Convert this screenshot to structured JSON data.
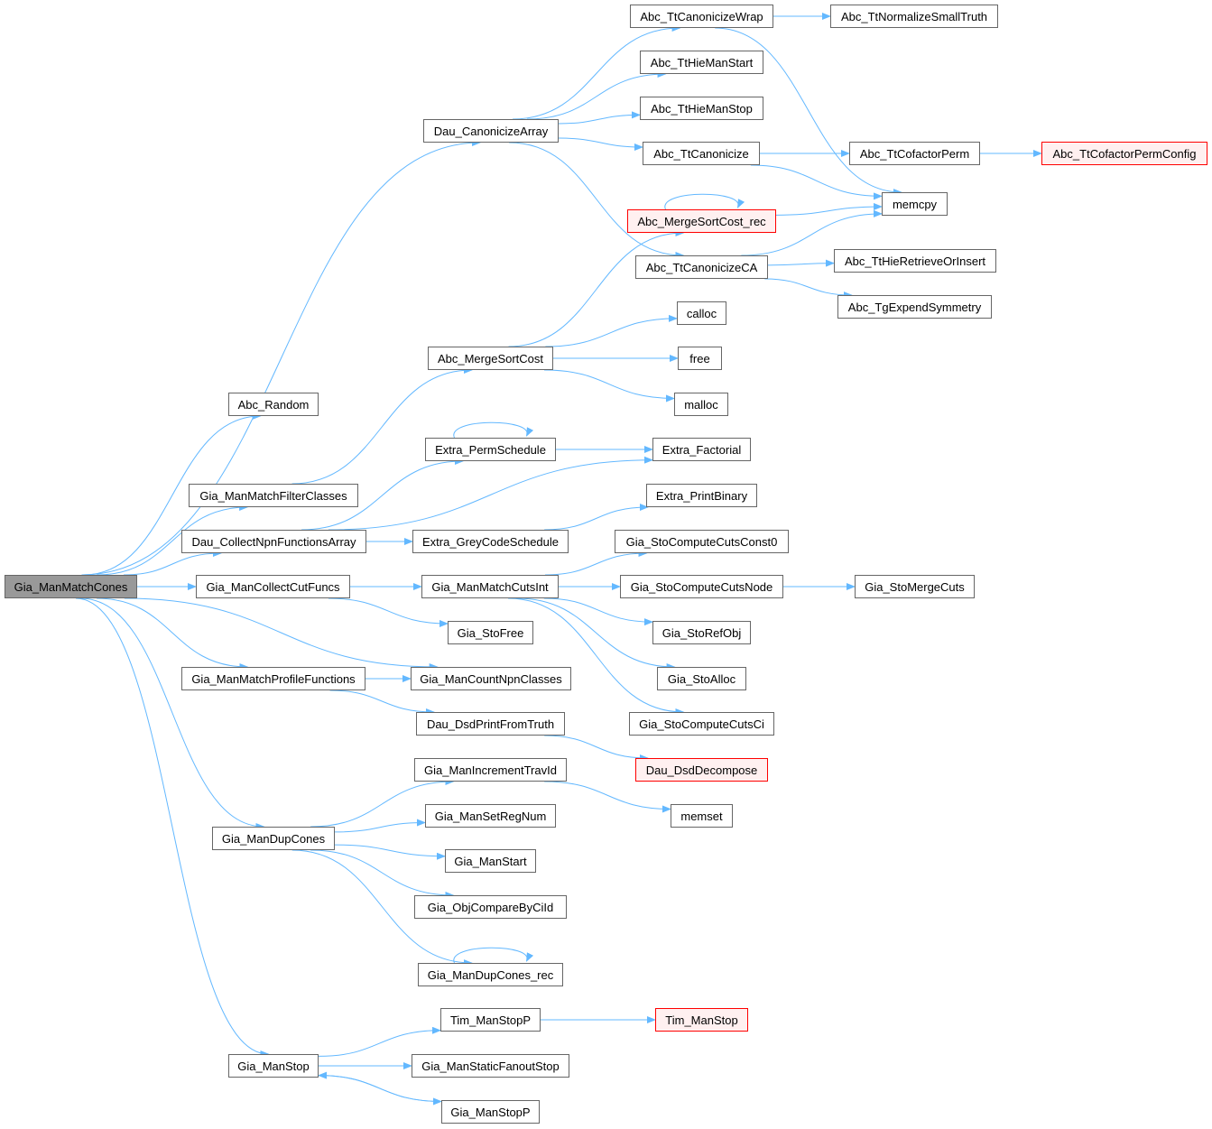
{
  "colors": {
    "edge": "#63b8ff",
    "node_border": "#666666",
    "root_fill": "#999999",
    "truncated_border": "#ff0000",
    "truncated_fill": "#fff0f0"
  },
  "nodes": [
    {
      "id": "Gia_ManMatchCones",
      "label": "Gia_ManMatchCones",
      "kind": "root"
    },
    {
      "id": "Abc_Random",
      "label": "Abc_Random"
    },
    {
      "id": "Gia_ManMatchFilterClasses",
      "label": "Gia_ManMatchFilterClasses"
    },
    {
      "id": "Dau_CollectNpnFunctionsArray",
      "label": "Dau_CollectNpnFunctionsArray"
    },
    {
      "id": "Gia_ManCollectCutFuncs",
      "label": "Gia_ManCollectCutFuncs"
    },
    {
      "id": "Gia_ManMatchProfileFunctions",
      "label": "Gia_ManMatchProfileFunctions"
    },
    {
      "id": "Gia_ManDupCones",
      "label": "Gia_ManDupCones"
    },
    {
      "id": "Gia_ManStop",
      "label": "Gia_ManStop"
    },
    {
      "id": "Dau_CanonicizeArray",
      "label": "Dau_CanonicizeArray"
    },
    {
      "id": "Abc_MergeSortCost",
      "label": "Abc_MergeSortCost"
    },
    {
      "id": "Extra_PermSchedule",
      "label": "Extra_PermSchedule"
    },
    {
      "id": "Extra_GreyCodeSchedule",
      "label": "Extra_GreyCodeSchedule"
    },
    {
      "id": "Gia_ManMatchCutsInt",
      "label": "Gia_ManMatchCutsInt"
    },
    {
      "id": "Gia_StoFree",
      "label": "Gia_StoFree"
    },
    {
      "id": "Gia_ManCountNpnClasses",
      "label": "Gia_ManCountNpnClasses"
    },
    {
      "id": "Dau_DsdPrintFromTruth",
      "label": "Dau_DsdPrintFromTruth"
    },
    {
      "id": "Gia_ManIncrementTravId",
      "label": "Gia_ManIncrementTravId"
    },
    {
      "id": "Gia_ManSetRegNum",
      "label": "Gia_ManSetRegNum"
    },
    {
      "id": "Gia_ManStart",
      "label": "Gia_ManStart"
    },
    {
      "id": "Gia_ObjCompareByCiId",
      "label": "Gia_ObjCompareByCiId"
    },
    {
      "id": "Gia_ManDupCones_rec",
      "label": "Gia_ManDupCones_rec"
    },
    {
      "id": "Tim_ManStopP",
      "label": "Tim_ManStopP"
    },
    {
      "id": "Gia_ManStaticFanoutStop",
      "label": "Gia_ManStaticFanoutStop"
    },
    {
      "id": "Gia_ManStopP",
      "label": "Gia_ManStopP"
    },
    {
      "id": "Abc_TtCanonicizeWrap",
      "label": "Abc_TtCanonicizeWrap"
    },
    {
      "id": "Abc_TtHieManStart",
      "label": "Abc_TtHieManStart"
    },
    {
      "id": "Abc_TtHieManStop",
      "label": "Abc_TtHieManStop"
    },
    {
      "id": "Abc_TtCanonicize",
      "label": "Abc_TtCanonicize"
    },
    {
      "id": "Abc_MergeSortCost_rec",
      "label": "Abc_MergeSortCost_rec",
      "kind": "truncated"
    },
    {
      "id": "Abc_TtCanonicizeCA",
      "label": "Abc_TtCanonicizeCA"
    },
    {
      "id": "calloc",
      "label": "calloc"
    },
    {
      "id": "free",
      "label": "free"
    },
    {
      "id": "malloc",
      "label": "malloc"
    },
    {
      "id": "Extra_Factorial",
      "label": "Extra_Factorial"
    },
    {
      "id": "Extra_PrintBinary",
      "label": "Extra_PrintBinary"
    },
    {
      "id": "Gia_StoComputeCutsConst0",
      "label": "Gia_StoComputeCutsConst0"
    },
    {
      "id": "Gia_StoComputeCutsNode",
      "label": "Gia_StoComputeCutsNode"
    },
    {
      "id": "Gia_StoRefObj",
      "label": "Gia_StoRefObj"
    },
    {
      "id": "Gia_StoAlloc",
      "label": "Gia_StoAlloc"
    },
    {
      "id": "Gia_StoComputeCutsCi",
      "label": "Gia_StoComputeCutsCi"
    },
    {
      "id": "Dau_DsdDecompose",
      "label": "Dau_DsdDecompose",
      "kind": "truncated"
    },
    {
      "id": "memset",
      "label": "memset"
    },
    {
      "id": "Tim_ManStop",
      "label": "Tim_ManStop",
      "kind": "truncated"
    },
    {
      "id": "Abc_TtNormalizeSmallTruth",
      "label": "Abc_TtNormalizeSmallTruth"
    },
    {
      "id": "Abc_TtCofactorPerm",
      "label": "Abc_TtCofactorPerm"
    },
    {
      "id": "memcpy",
      "label": "memcpy"
    },
    {
      "id": "Abc_TtHieRetrieveOrInsert",
      "label": "Abc_TtHieRetrieveOrInsert"
    },
    {
      "id": "Abc_TgExpendSymmetry",
      "label": "Abc_TgExpendSymmetry"
    },
    {
      "id": "Gia_StoMergeCuts",
      "label": "Gia_StoMergeCuts"
    },
    {
      "id": "Abc_TtCofactorPermConfig",
      "label": "Abc_TtCofactorPermConfig",
      "kind": "truncated"
    }
  ],
  "edges": [
    [
      "Gia_ManMatchCones",
      "Abc_Random"
    ],
    [
      "Gia_ManMatchCones",
      "Dau_CanonicizeArray"
    ],
    [
      "Gia_ManMatchCones",
      "Gia_ManMatchFilterClasses"
    ],
    [
      "Gia_ManMatchCones",
      "Dau_CollectNpnFunctionsArray"
    ],
    [
      "Gia_ManMatchCones",
      "Gia_ManCollectCutFuncs"
    ],
    [
      "Gia_ManMatchCones",
      "Gia_ManCountNpnClasses"
    ],
    [
      "Gia_ManMatchCones",
      "Gia_ManMatchProfileFunctions"
    ],
    [
      "Gia_ManMatchCones",
      "Gia_ManDupCones"
    ],
    [
      "Gia_ManMatchCones",
      "Gia_ManStop"
    ],
    [
      "Dau_CanonicizeArray",
      "Abc_TtCanonicizeWrap"
    ],
    [
      "Dau_CanonicizeArray",
      "Abc_TtHieManStart"
    ],
    [
      "Dau_CanonicizeArray",
      "Abc_TtHieManStop"
    ],
    [
      "Dau_CanonicizeArray",
      "Abc_TtCanonicize"
    ],
    [
      "Dau_CanonicizeArray",
      "Abc_TtCanonicizeCA"
    ],
    [
      "Abc_TtCanonicizeWrap",
      "Abc_TtNormalizeSmallTruth"
    ],
    [
      "Abc_TtCanonicizeWrap",
      "memcpy"
    ],
    [
      "Abc_TtCanonicize",
      "Abc_TtCofactorPerm"
    ],
    [
      "Abc_TtCanonicize",
      "memcpy"
    ],
    [
      "Abc_TtCofactorPerm",
      "Abc_TtCofactorPermConfig"
    ],
    [
      "Abc_MergeSortCost_rec",
      "Abc_MergeSortCost_rec"
    ],
    [
      "Abc_MergeSortCost_rec",
      "memcpy"
    ],
    [
      "Abc_TtCanonicizeCA",
      "memcpy"
    ],
    [
      "Abc_TtCanonicizeCA",
      "Abc_TtHieRetrieveOrInsert"
    ],
    [
      "Abc_TtCanonicizeCA",
      "Abc_TgExpendSymmetry"
    ],
    [
      "Gia_ManMatchFilterClasses",
      "Abc_MergeSortCost"
    ],
    [
      "Abc_MergeSortCost",
      "Abc_MergeSortCost_rec"
    ],
    [
      "Abc_MergeSortCost",
      "calloc"
    ],
    [
      "Abc_MergeSortCost",
      "free"
    ],
    [
      "Abc_MergeSortCost",
      "malloc"
    ],
    [
      "Dau_CollectNpnFunctionsArray",
      "Extra_PermSchedule"
    ],
    [
      "Dau_CollectNpnFunctionsArray",
      "Extra_Factorial"
    ],
    [
      "Dau_CollectNpnFunctionsArray",
      "Extra_GreyCodeSchedule"
    ],
    [
      "Extra_PermSchedule",
      "Extra_PermSchedule"
    ],
    [
      "Extra_PermSchedule",
      "Extra_Factorial"
    ],
    [
      "Extra_GreyCodeSchedule",
      "Extra_PrintBinary"
    ],
    [
      "Gia_ManCollectCutFuncs",
      "Gia_ManMatchCutsInt"
    ],
    [
      "Gia_ManCollectCutFuncs",
      "Gia_StoFree"
    ],
    [
      "Gia_ManMatchCutsInt",
      "Gia_StoComputeCutsConst0"
    ],
    [
      "Gia_ManMatchCutsInt",
      "Gia_StoComputeCutsNode"
    ],
    [
      "Gia_ManMatchCutsInt",
      "Gia_StoRefObj"
    ],
    [
      "Gia_ManMatchCutsInt",
      "Gia_StoAlloc"
    ],
    [
      "Gia_ManMatchCutsInt",
      "Gia_StoComputeCutsCi"
    ],
    [
      "Gia_StoComputeCutsNode",
      "Gia_StoMergeCuts"
    ],
    [
      "Gia_ManMatchProfileFunctions",
      "Gia_ManCountNpnClasses"
    ],
    [
      "Gia_ManMatchProfileFunctions",
      "Dau_DsdPrintFromTruth"
    ],
    [
      "Dau_DsdPrintFromTruth",
      "Dau_DsdDecompose"
    ],
    [
      "Gia_ManDupCones",
      "Gia_ManIncrementTravId"
    ],
    [
      "Gia_ManDupCones",
      "Gia_ManSetRegNum"
    ],
    [
      "Gia_ManDupCones",
      "Gia_ManStart"
    ],
    [
      "Gia_ManDupCones",
      "Gia_ObjCompareByCiId"
    ],
    [
      "Gia_ManDupCones",
      "Gia_ManDupCones_rec"
    ],
    [
      "Gia_ManIncrementTravId",
      "memset"
    ],
    [
      "Gia_ManDupCones_rec",
      "Gia_ManDupCones_rec"
    ],
    [
      "Gia_ManStop",
      "Tim_ManStopP"
    ],
    [
      "Gia_ManStop",
      "Gia_ManStaticFanoutStop"
    ],
    [
      "Gia_ManStop",
      "Gia_ManStopP"
    ],
    [
      "Tim_ManStopP",
      "Tim_ManStop"
    ],
    [
      "Gia_ManStopP",
      "Gia_ManStop"
    ]
  ]
}
